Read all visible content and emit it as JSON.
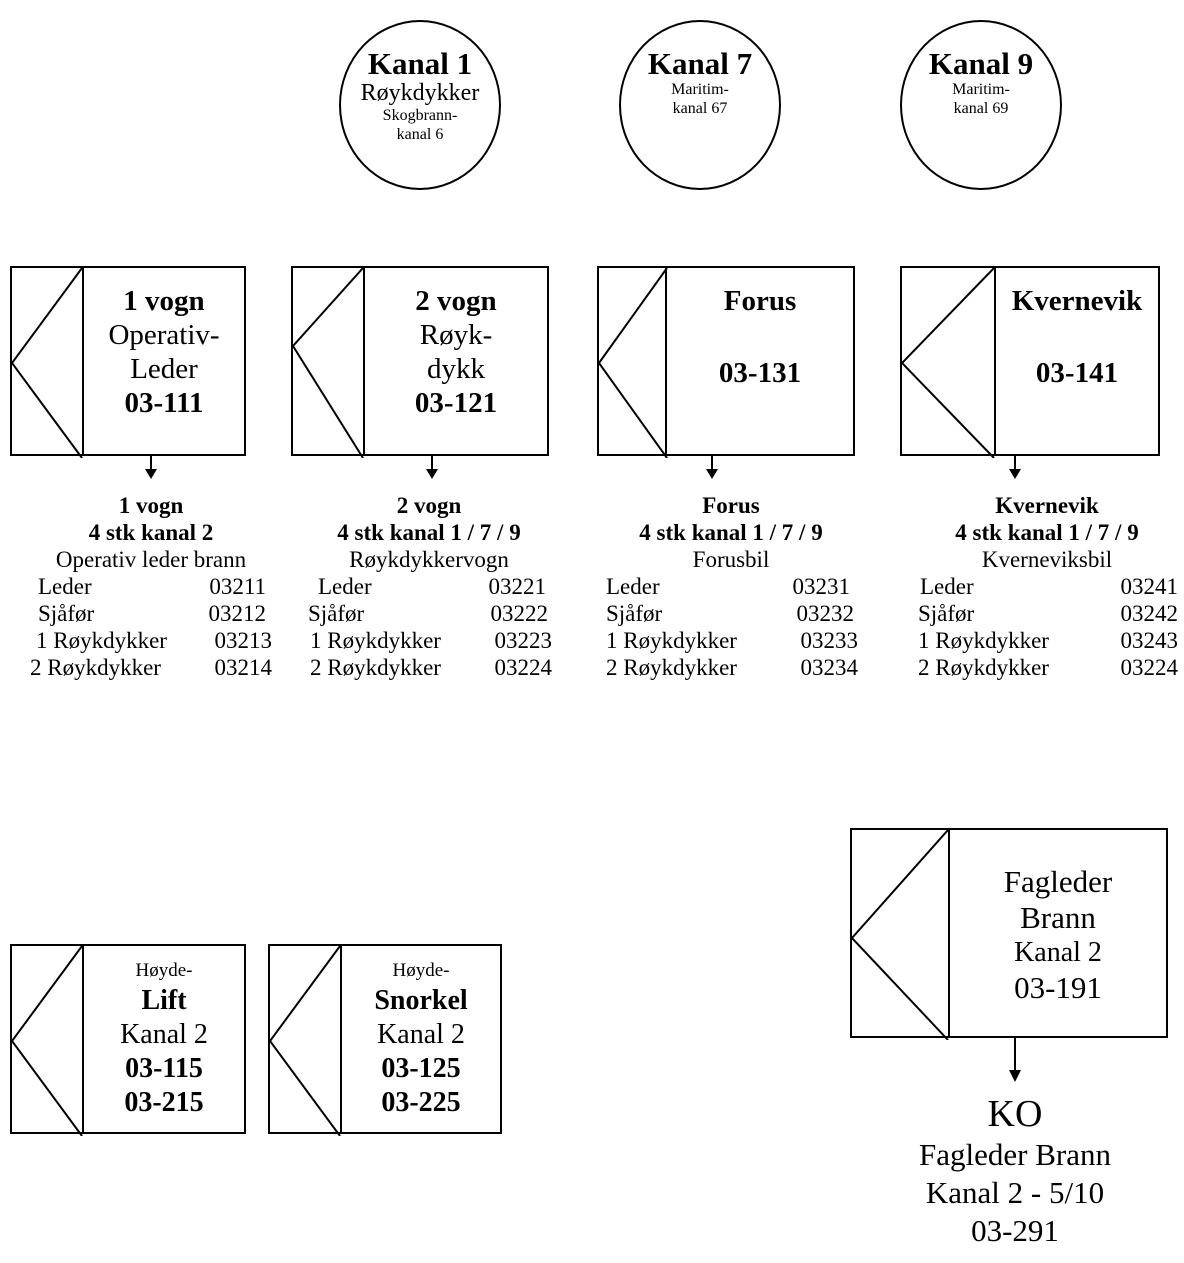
{
  "channels": [
    {
      "title": "Kanal 1",
      "line1": "Røykdykker",
      "line2": "Skogbrann-",
      "line3": "kanal 6"
    },
    {
      "title": "Kanal 7",
      "line1": "Maritim-",
      "line2": "kanal  67"
    },
    {
      "title": "Kanal 9",
      "line1": "Maritim-",
      "line2": "kanal  69"
    }
  ],
  "vehicles": [
    {
      "l1": "1 vogn",
      "l2": "Operativ-",
      "l3": "Leder",
      "l4": "03-111"
    },
    {
      "l1": "2 vogn",
      "l2": "Røyk-",
      "l3": "dykk",
      "l4": "03-121"
    },
    {
      "l1": "Forus",
      "l2": "03-131"
    },
    {
      "l1": "Kvernevik",
      "l2": "03-141"
    }
  ],
  "units": [
    {
      "title": "1 vogn",
      "subtitle": "4 stk kanal 2",
      "name": "Operativ leder brann",
      "rows": [
        [
          "Leder",
          "03211"
        ],
        [
          "Sjåfør",
          "03212"
        ],
        [
          "1 Røykdykker",
          "03213"
        ],
        [
          "2 Røykdykker",
          "03214"
        ]
      ]
    },
    {
      "title": "2 vogn",
      "subtitle": "4 stk kanal 1 / 7 / 9",
      "name": "Røykdykkervogn",
      "rows": [
        [
          "Leder",
          "03221"
        ],
        [
          "Sjåfør",
          "03222"
        ],
        [
          "1 Røykdykker",
          "03223"
        ],
        [
          "2 Røykdykker",
          "03224"
        ]
      ]
    },
    {
      "title": "Forus",
      "subtitle": "4 stk kanal 1 / 7 / 9",
      "name": "Forusbil",
      "rows": [
        [
          "Leder",
          "03231"
        ],
        [
          "Sjåfør",
          "03232"
        ],
        [
          "1 Røykdykker",
          "03233"
        ],
        [
          "2 Røykdykker",
          "03234"
        ]
      ]
    },
    {
      "title": "Kvernevik",
      "subtitle": "4 stk kanal 1 / 7 / 9",
      "name": "Kverneviksbil",
      "rows": [
        [
          "Leder",
          "03241"
        ],
        [
          "Sjåfør",
          "03242"
        ],
        [
          "1 Røykdykker",
          "03243"
        ],
        [
          "2 Røykdykker",
          "03224"
        ]
      ]
    }
  ],
  "height_units": [
    {
      "l1": "Høyde-",
      "l2": "Lift",
      "l3": "Kanal 2",
      "l4": "03-115",
      "l5": "03-215"
    },
    {
      "l1": "Høyde-",
      "l2": "Snorkel",
      "l3": "Kanal 2",
      "l4": "03-125",
      "l5": "03-225"
    }
  ],
  "fagleder": {
    "l1": "Fagleder",
    "l2": "Brann",
    "l3": "Kanal 2",
    "l4": "03-191"
  },
  "ko": {
    "title": "KO",
    "l1": "Fagleder Brann",
    "l2": "Kanal 2 - 5/10",
    "l3": "03-291"
  }
}
